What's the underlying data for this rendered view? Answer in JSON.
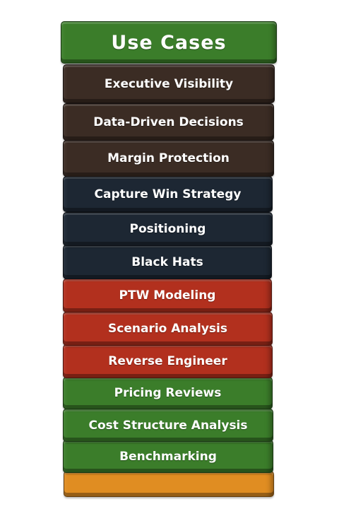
{
  "blocks": [
    {
      "label": "Use Cases",
      "color": "#3b7d2a",
      "kind": "title"
    },
    {
      "label": "Executive Visibility",
      "color": "#3b2c24"
    },
    {
      "label": "Data-Driven Decisions",
      "color": "#3b2c24"
    },
    {
      "label": "Margin Protection",
      "color": "#3b2c24"
    },
    {
      "label": "Capture Win Strategy",
      "color": "#1d2733"
    },
    {
      "label": "Positioning",
      "color": "#1d2733"
    },
    {
      "label": "Black Hats",
      "color": "#1d2733"
    },
    {
      "label": "PTW Modeling",
      "color": "#b2301e"
    },
    {
      "label": "Scenario Analysis",
      "color": "#b2301e"
    },
    {
      "label": "Reverse Engineer",
      "color": "#b2301e"
    },
    {
      "label": "Pricing Reviews",
      "color": "#3b7d2a"
    },
    {
      "label": "Cost Structure Analysis",
      "color": "#3b7d2a"
    },
    {
      "label": "Benchmarking",
      "color": "#3b7d2a"
    },
    {
      "label": "",
      "color": "#e08d22",
      "kind": "base"
    }
  ]
}
